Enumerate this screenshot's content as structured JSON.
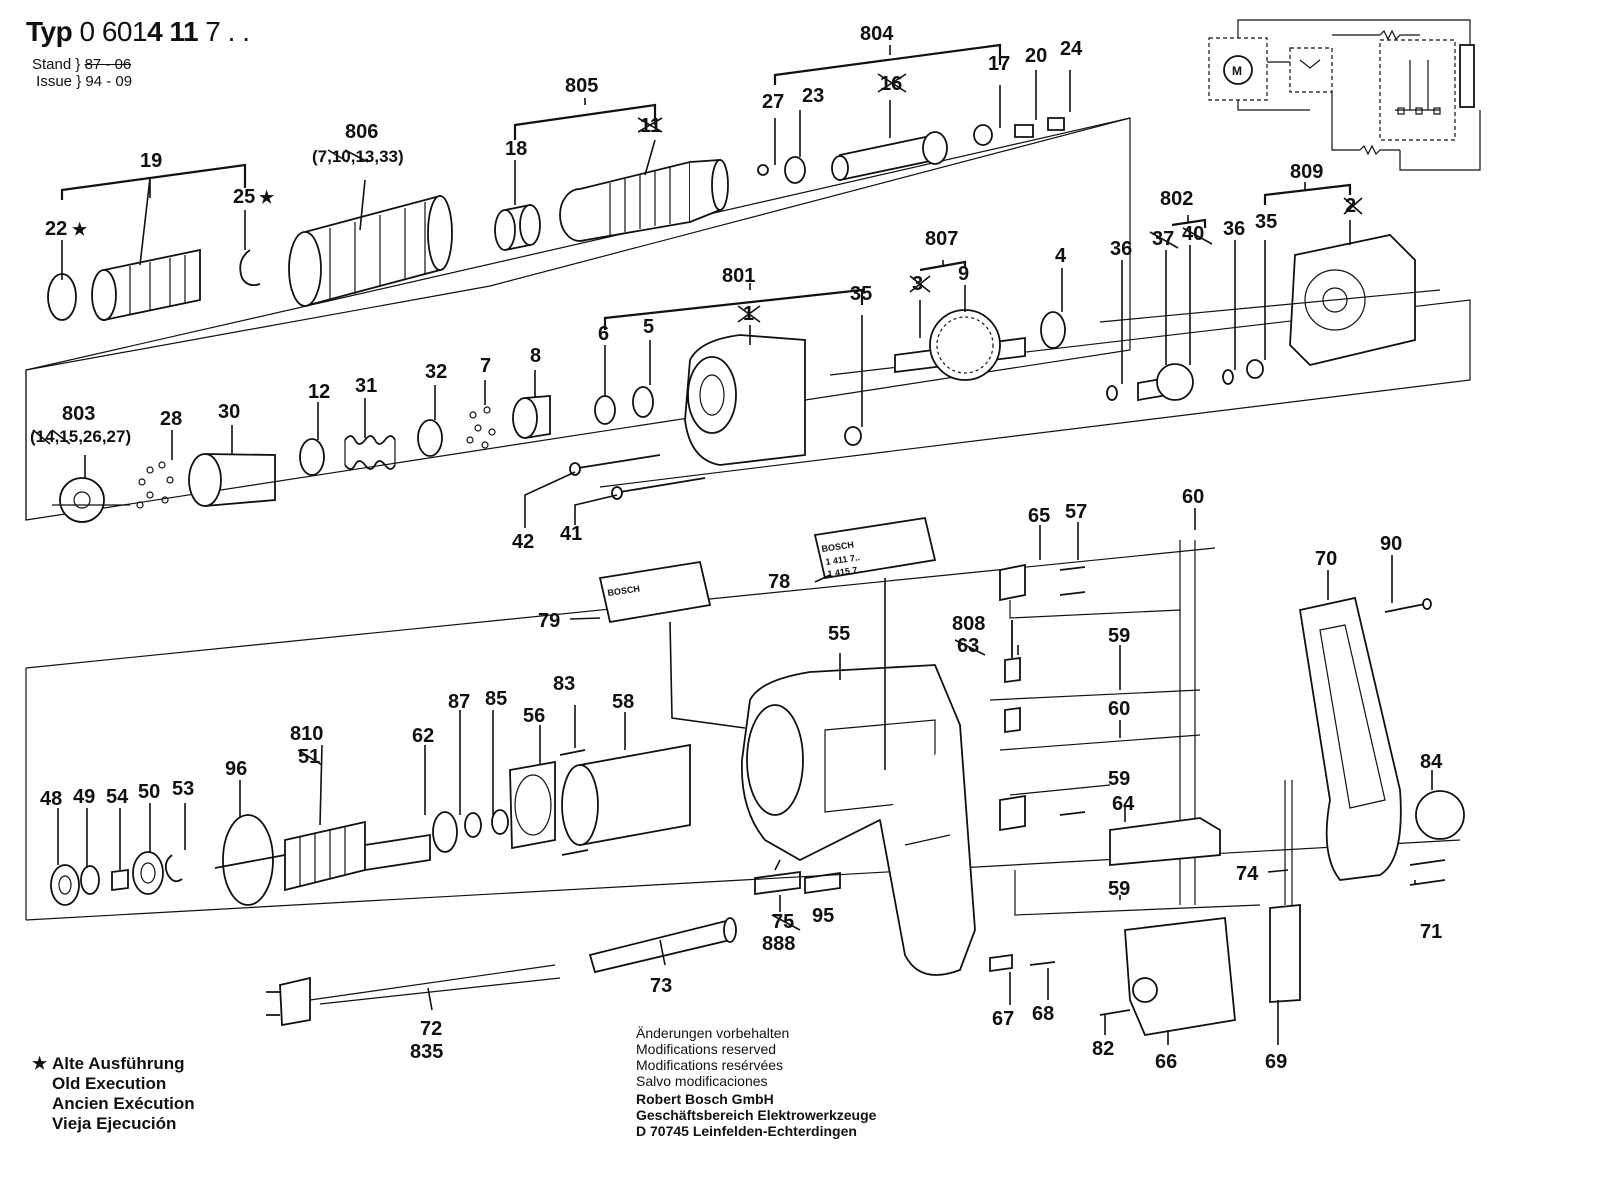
{
  "header": {
    "typ_label": "Typ",
    "type_prefix": "0 601",
    "type_bold": "4 11",
    "type_suffix": " 7 . .",
    "stand_label": "Stand",
    "stand_value": "87 - 06",
    "issue_label": "Issue",
    "issue_value": "94 - 09"
  },
  "footnote": {
    "symbol": "★",
    "lines": [
      "Alte Ausführung",
      "Old Execution",
      "Ancien Exécution",
      "Vieja Ejecución"
    ]
  },
  "modifications": [
    "Änderungen vorbehalten",
    "Modifications reserved",
    "Modifications resérvées",
    "Salvo modificaciones"
  ],
  "company": [
    "Robert Bosch GmbH",
    "Geschäftsbereich Elektrowerkzeuge",
    "D 70745 Leinfelden-Echterdingen"
  ],
  "labels": {
    "brand": "BOSCH",
    "plate_line1": "1 411 7..",
    "plate_line2": "1 415 7.."
  },
  "parts": {
    "p19": "19",
    "p22": "22",
    "p25": "25",
    "p806": "806",
    "p806sub": "(7,10,13,33)",
    "p805": "805",
    "p18": "18",
    "p11": "11",
    "p804": "804",
    "p27": "27",
    "p23": "23",
    "p16": "16",
    "p17": "17",
    "p20": "20",
    "p24": "24",
    "p801": "801",
    "p6": "6",
    "p5": "5",
    "p1": "1",
    "p35a": "35",
    "p807": "807",
    "p3": "3",
    "p9": "9",
    "p4": "4",
    "p36a": "36",
    "p802": "802",
    "p37": "37",
    "p40": "40",
    "p36b": "36",
    "p35b": "35",
    "p809": "809",
    "p2": "2",
    "p803": "803",
    "p803sub": "(14,15,26,27)",
    "p28": "28",
    "p30": "30",
    "p12": "12",
    "p31": "31",
    "p32": "32",
    "p7": "7",
    "p8": "8",
    "p42": "42",
    "p41": "41",
    "p60a": "60",
    "p65": "65",
    "p57": "57",
    "p78": "78",
    "p79": "79",
    "p808": "808",
    "p63": "63",
    "p59a": "59",
    "p55": "55",
    "p70": "70",
    "p90": "90",
    "p83": "83",
    "p87": "87",
    "p85": "85",
    "p56": "56",
    "p58": "58",
    "p810": "810",
    "p51": "51",
    "p62": "62",
    "p96": "96",
    "p48": "48",
    "p49": "49",
    "p54": "54",
    "p50": "50",
    "p53": "53",
    "p60b": "60",
    "p59b": "59",
    "p64": "64",
    "p84": "84",
    "p74": "74",
    "p59c": "59",
    "p75": "75",
    "p888": "888",
    "p95": "95",
    "p73": "73",
    "p72": "72",
    "p835": "835",
    "p67": "67",
    "p68": "68",
    "p82": "82",
    "p66": "66",
    "p69": "69",
    "p71": "71"
  }
}
